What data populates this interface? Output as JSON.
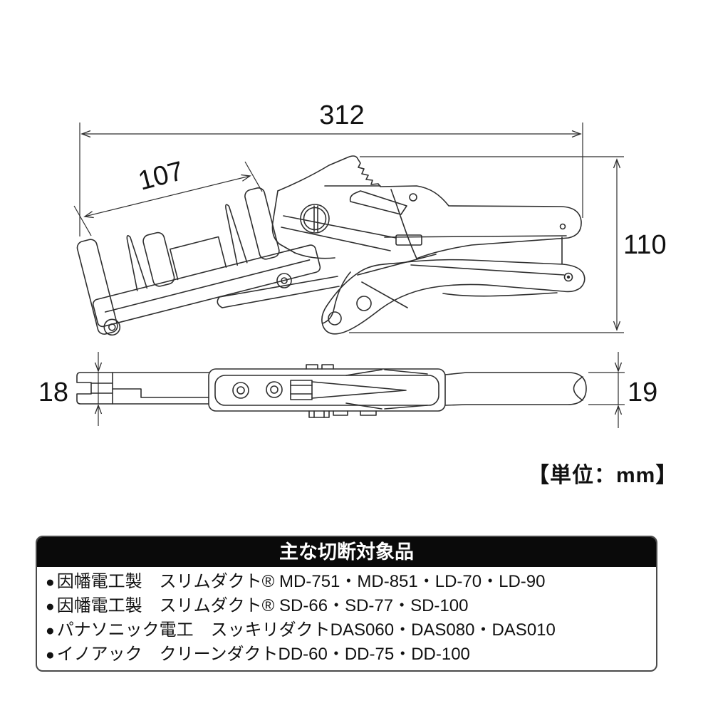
{
  "diagram": {
    "dimensions": {
      "overall_length": "312",
      "guide_length": "107",
      "overall_height": "110",
      "head_thickness": "18",
      "handle_thickness": "19"
    },
    "unit_label": "【単位：mm】"
  },
  "table": {
    "header": "主な切断対象品",
    "bullet": "●",
    "items": [
      "因幡電工製　スリムダクト® MD-751・MD-851・LD-70・LD-90",
      "因幡電工製　スリムダクト® SD-66・SD-77・SD-100",
      "パナソニック電工　スッキリダクトDAS060・DAS080・DAS010",
      "イノアック　クリーンダクトDD-60・DD-75・DD-100"
    ]
  },
  "colors": {
    "line": "#2e2e2e",
    "header_bg": "#0a0a0a",
    "header_text": "#ffffff",
    "table_border": "#4a4a4a"
  }
}
